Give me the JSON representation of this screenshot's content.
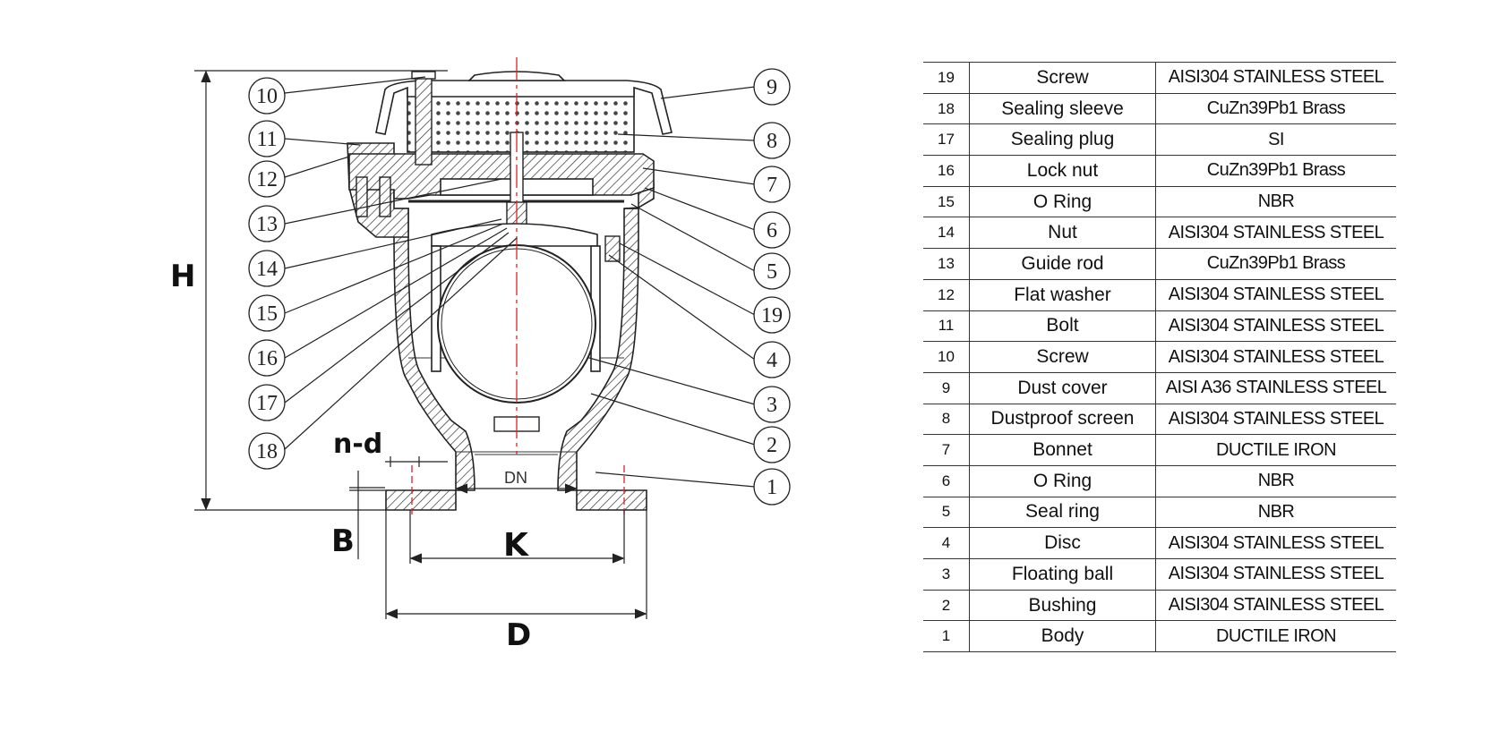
{
  "drawing": {
    "dimensions": {
      "H": "H",
      "B": "B",
      "K": "K",
      "D": "D",
      "nd": "n-d",
      "DN": "DN"
    },
    "callouts": [
      "1",
      "2",
      "3",
      "4",
      "5",
      "6",
      "7",
      "8",
      "9",
      "10",
      "11",
      "12",
      "13",
      "14",
      "15",
      "16",
      "17",
      "18",
      "19"
    ]
  },
  "parts": [
    {
      "no": "19",
      "name": "Screw",
      "material": "AISI304 STAINLESS STEEL"
    },
    {
      "no": "18",
      "name": "Sealing sleeve",
      "material": "CuZn39Pb1 Brass"
    },
    {
      "no": "17",
      "name": "Sealing plug",
      "material": "SI"
    },
    {
      "no": "16",
      "name": "Lock nut",
      "material": "CuZn39Pb1 Brass"
    },
    {
      "no": "15",
      "name": "O Ring",
      "material": "NBR"
    },
    {
      "no": "14",
      "name": "Nut",
      "material": "AISI304 STAINLESS STEEL"
    },
    {
      "no": "13",
      "name": "Guide rod",
      "material": "CuZn39Pb1 Brass"
    },
    {
      "no": "12",
      "name": "Flat washer",
      "material": "AISI304 STAINLESS STEEL"
    },
    {
      "no": "11",
      "name": "Bolt",
      "material": "AISI304 STAINLESS STEEL"
    },
    {
      "no": "10",
      "name": "Screw",
      "material": "AISI304 STAINLESS STEEL"
    },
    {
      "no": "9",
      "name": "Dust cover",
      "material": "AISI A36 STAINLESS STEEL"
    },
    {
      "no": "8",
      "name": "Dustproof screen",
      "material": "AISI304 STAINLESS STEEL"
    },
    {
      "no": "7",
      "name": "Bonnet",
      "material": "DUCTILE IRON"
    },
    {
      "no": "6",
      "name": "O Ring",
      "material": "NBR"
    },
    {
      "no": "5",
      "name": "Seal ring",
      "material": "NBR"
    },
    {
      "no": "4",
      "name": "Disc",
      "material": "AISI304 STAINLESS STEEL"
    },
    {
      "no": "3",
      "name": "Floating ball",
      "material": "AISI304 STAINLESS STEEL"
    },
    {
      "no": "2",
      "name": "Bushing",
      "material": "AISI304 STAINLESS STEEL"
    },
    {
      "no": "1",
      "name": "Body",
      "material": "DUCTILE IRON"
    }
  ]
}
